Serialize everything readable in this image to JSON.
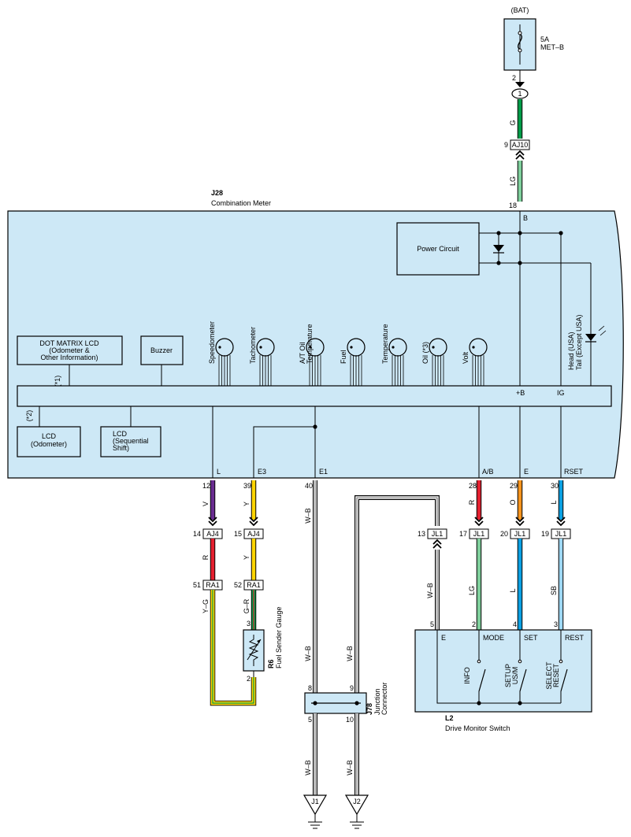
{
  "colors": {
    "meter_fill": "#cde8f6",
    "G": "#009b48",
    "LG": "#7fcf9c",
    "V": "#6a2c91",
    "R": "#e4202f",
    "Y": "#ffd400",
    "O": "#f7941d",
    "L": "#0aa0e2",
    "SB": "#9fd8f4",
    "W": "#ffffff",
    "B": "#000000",
    "Y-G_outer": "#ffd400",
    "Y-G_inner": "#009b48"
  },
  "fuse": {
    "source": "(BAT)",
    "rating": "5A",
    "name": "MET–B",
    "pin": "2",
    "icon": "fuse-icon"
  },
  "top_connector": {
    "circle_pin": "1",
    "wire_color": "G",
    "pin": "9",
    "label": "AJ10",
    "lower_wire_color": "LG"
  },
  "meter": {
    "id": "J28",
    "name": "Combination Meter",
    "pin_top": "18",
    "pin_top_name": "B",
    "power_circuit": "Power Circuit",
    "dot_matrix": [
      "DOT MATRIX LCD",
      "(Odometer &",
      "Other Information)"
    ],
    "buzzer": "Buzzer",
    "note1": "(*1)",
    "note2": "(*2)",
    "lcd_odometer": [
      "LCD",
      "(Odometer)"
    ],
    "lcd_shift": [
      "LCD",
      "(Sequential",
      "Shift)"
    ],
    "gauges": [
      {
        "label": [
          "Speedometer"
        ]
      },
      {
        "label": [
          "Tachometer"
        ]
      },
      {
        "label": [
          "A/T Oil",
          "Temperature"
        ]
      },
      {
        "label": [
          "Fuel"
        ]
      },
      {
        "label": [
          "Temperature"
        ]
      },
      {
        "label": [
          "Oil (*3)"
        ]
      },
      {
        "label": [
          "Volt"
        ]
      }
    ],
    "lamp_label": [
      "Head (USA)",
      "Tail (Except USA)"
    ],
    "bus_labels": {
      "plus_b": "+B",
      "ig": "IG"
    },
    "bottom_pins": [
      {
        "name": "L",
        "num": "12"
      },
      {
        "name": "E3",
        "num": "39"
      },
      {
        "name": "E1",
        "num": "40"
      },
      {
        "name": "A/B",
        "num": "28"
      },
      {
        "name": "E",
        "num": "29"
      },
      {
        "name": "RSET",
        "num": "30"
      }
    ]
  },
  "connectors": {
    "aj4_left": {
      "pin": "14",
      "label": "AJ4"
    },
    "aj4_right": {
      "pin": "15",
      "label": "AJ4"
    },
    "ra1_left": {
      "pin": "51",
      "label": "RA1"
    },
    "ra1_right": {
      "pin": "52",
      "label": "RA1"
    },
    "jl1": [
      {
        "pin": "13",
        "label": "JL1"
      },
      {
        "pin": "17",
        "label": "JL1"
      },
      {
        "pin": "20",
        "label": "JL1"
      },
      {
        "pin": "19",
        "label": "JL1"
      }
    ]
  },
  "wire_labels": {
    "pin12": "V",
    "aj4_14_below": "R",
    "ra1_51_below": "Y–G",
    "pin39": "Y",
    "aj4_15_below": "Y",
    "ra1_52_below": "G–R",
    "pin40": "W–B",
    "ground_j_left": "W–B",
    "ground_j_right": "W–B",
    "pin28": "R",
    "pin29": "O",
    "pin30": "L",
    "jl1_13_below": "W–B",
    "jl1_17_below": "LG",
    "jl1_20_below": "L",
    "jl1_19_below": "SB",
    "j1_wire": "W–B",
    "j2_wire": "W–B"
  },
  "fuel_sender": {
    "id": "R6",
    "name": "Fuel Sender Gauge",
    "pin_top": "3",
    "pin_bottom": "2"
  },
  "junction": {
    "id": "J78",
    "name": [
      "Junction",
      "Connector"
    ],
    "pins": [
      "8",
      "9",
      "5",
      "10"
    ]
  },
  "switch": {
    "id": "L2",
    "name": "Drive Monitor Switch",
    "pins": [
      {
        "num": "5",
        "name": "E"
      },
      {
        "num": "2",
        "name": "MODE"
      },
      {
        "num": "4",
        "name": "SET"
      },
      {
        "num": "3",
        "name": "REST"
      }
    ],
    "switch_labels": [
      [
        "INFO"
      ],
      [
        "SETUP",
        "US/M"
      ],
      [
        "SELECT",
        "RESET"
      ]
    ]
  },
  "grounds": [
    "J1",
    "J2"
  ]
}
